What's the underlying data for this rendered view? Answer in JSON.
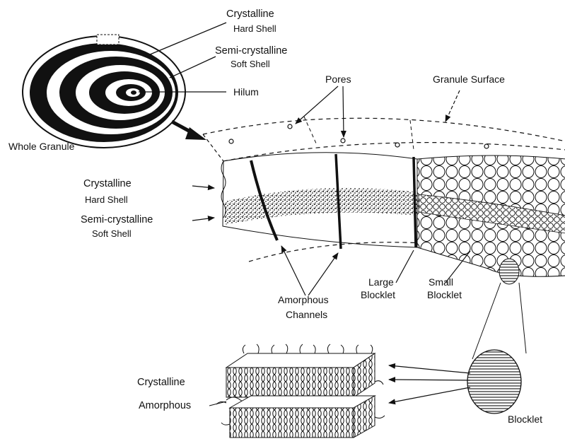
{
  "labels": {
    "top_crystalline_line1": "Crystalline",
    "top_crystalline_line2": "Hard   Shell",
    "top_semicrystalline_line1": "Semi-crystalline",
    "top_semicrystalline_line2": "Soft    Shell",
    "hilum": "Hilum",
    "whole_granule": "Whole  Granule",
    "pores": "Pores",
    "granule_surface": "Granule  Surface",
    "mid_crystalline_line1": "Crystalline",
    "mid_crystalline_line2": "Hard   Shell",
    "mid_semicrystalline_line1": "Semi-crystalline",
    "mid_semicrystalline_line2": "Soft    Shell",
    "amorphous_channels_line1": "Amorphous",
    "amorphous_channels_line2": "Channels",
    "large_blocklet_line1": "Large",
    "large_blocklet_line2": "Blocklet",
    "small_blocklet_line1": "Small",
    "small_blocklet_line2": "Blocklet",
    "bottom_crystalline": "Crystalline",
    "bottom_amorphous": "Amorphous",
    "blocklet": "Blocklet"
  },
  "colors": {
    "ink": "#111111",
    "paper": "#ffffff"
  }
}
